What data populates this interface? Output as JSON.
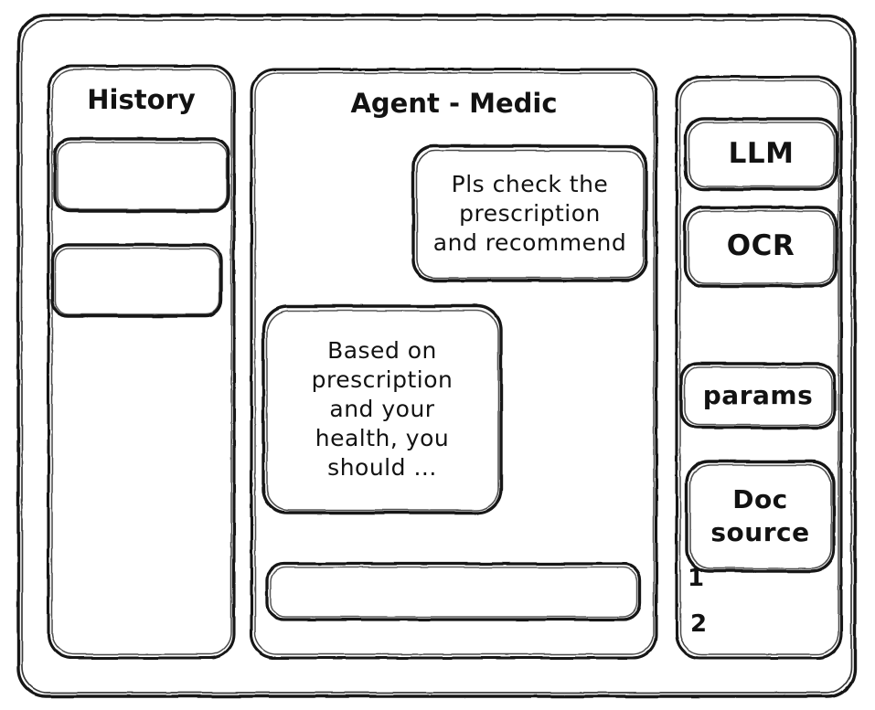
{
  "window": {
    "style": "hand-drawn-wireframe",
    "ink_color": "#121212",
    "paper_color": "#ffffff"
  },
  "sidebar": {
    "title": "History",
    "items": [
      {
        "label": ""
      },
      {
        "label": ""
      }
    ]
  },
  "main": {
    "title": "Agent - Medic",
    "messages": [
      {
        "role": "user",
        "text": "Pls check the\nprescription\nand recommend"
      },
      {
        "role": "assistant",
        "text": "Based on\nprescription\nand your\nhealth, you\nshould ..."
      }
    ],
    "composer": {
      "value": "",
      "placeholder": ""
    }
  },
  "tools": {
    "buttons": [
      {
        "label": "LLM"
      },
      {
        "label": "OCR"
      },
      {
        "label": "params"
      }
    ],
    "doc_source": {
      "label": "Doc\nsource",
      "items": [
        {
          "label": "1"
        },
        {
          "label": "2"
        }
      ]
    }
  }
}
